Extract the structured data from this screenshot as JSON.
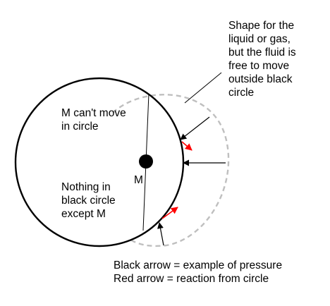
{
  "labels": {
    "shape_note": [
      "Shape for the",
      "liquid or gas,",
      "but the fluid is",
      "free to move",
      "outside black",
      "circle"
    ],
    "cant_move": [
      "M can't move",
      "in circle"
    ],
    "nothing_in_circle": [
      "Nothing in",
      "black circle",
      "except M"
    ],
    "mass": "M",
    "legend": [
      "Black arrow = example of pressure",
      "Red arrow = reaction from circle"
    ]
  },
  "colors": {
    "black_circle": "#000000",
    "fluid_boundary": "#bfbfbf",
    "pressure_arrow": "#000000",
    "reaction_arrow": "#ff0000"
  }
}
